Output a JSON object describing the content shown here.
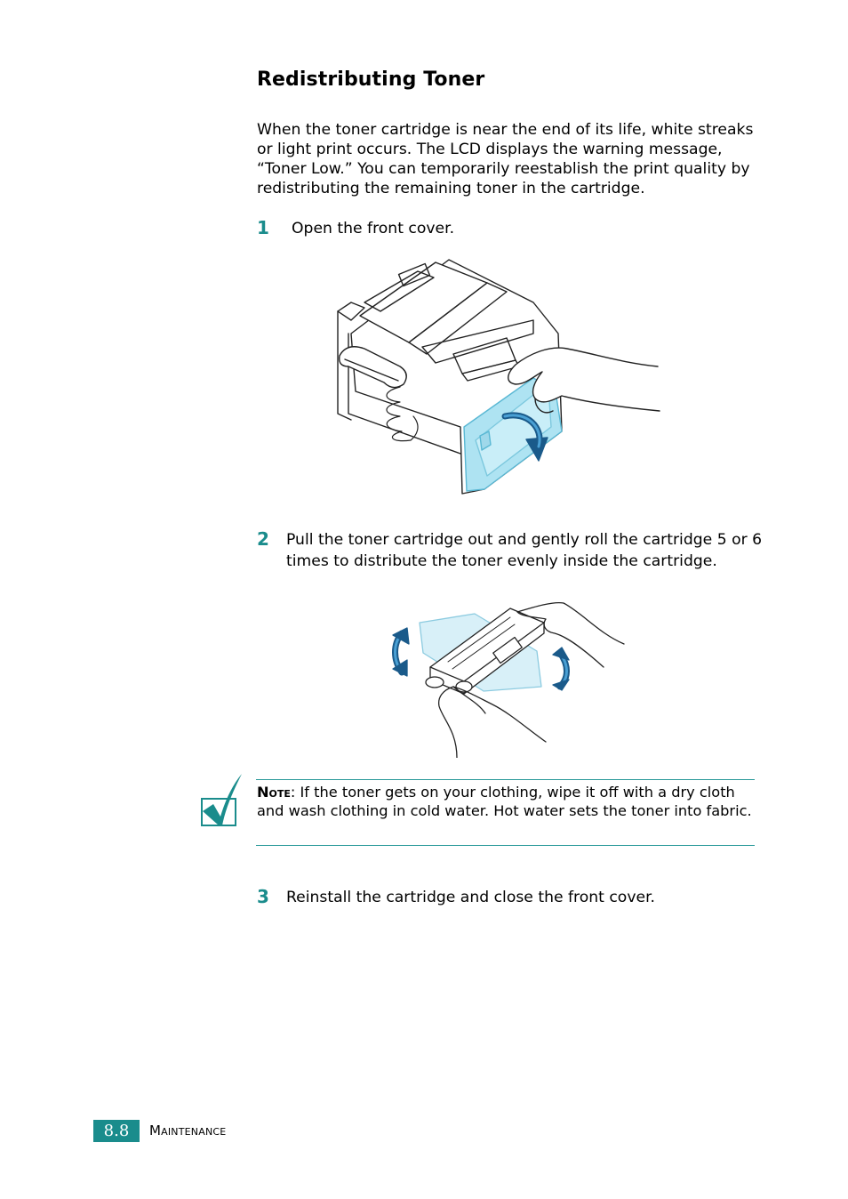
{
  "section": {
    "title": "Redistributing Toner",
    "intro": "When the toner cartridge is near the end of its life, white streaks or light print occurs. The LCD displays the warning message, “Toner Low.” You can temporarily reestablish the print quality by redistributing the remaining toner in the cartridge."
  },
  "steps": [
    {
      "number": "1",
      "text": "Open the front cover."
    },
    {
      "number": "2",
      "text": "Pull the toner cartridge out and gently roll the cartridge 5 or 6 times to distribute the toner evenly inside the cartridge."
    },
    {
      "number": "3",
      "text": "Reinstall the cartridge and close the front cover."
    }
  ],
  "note": {
    "label": "Note",
    "separator": ":",
    "text": " If the toner gets on your clothing, wipe it off with a dry cloth and wash clothing in cold water. Hot water sets the toner into fabric."
  },
  "footer": {
    "page_number": "8.8",
    "chapter": "Maintenance"
  },
  "colors": {
    "accent": "#1a8c8c",
    "highlight": "#aee3f2"
  }
}
